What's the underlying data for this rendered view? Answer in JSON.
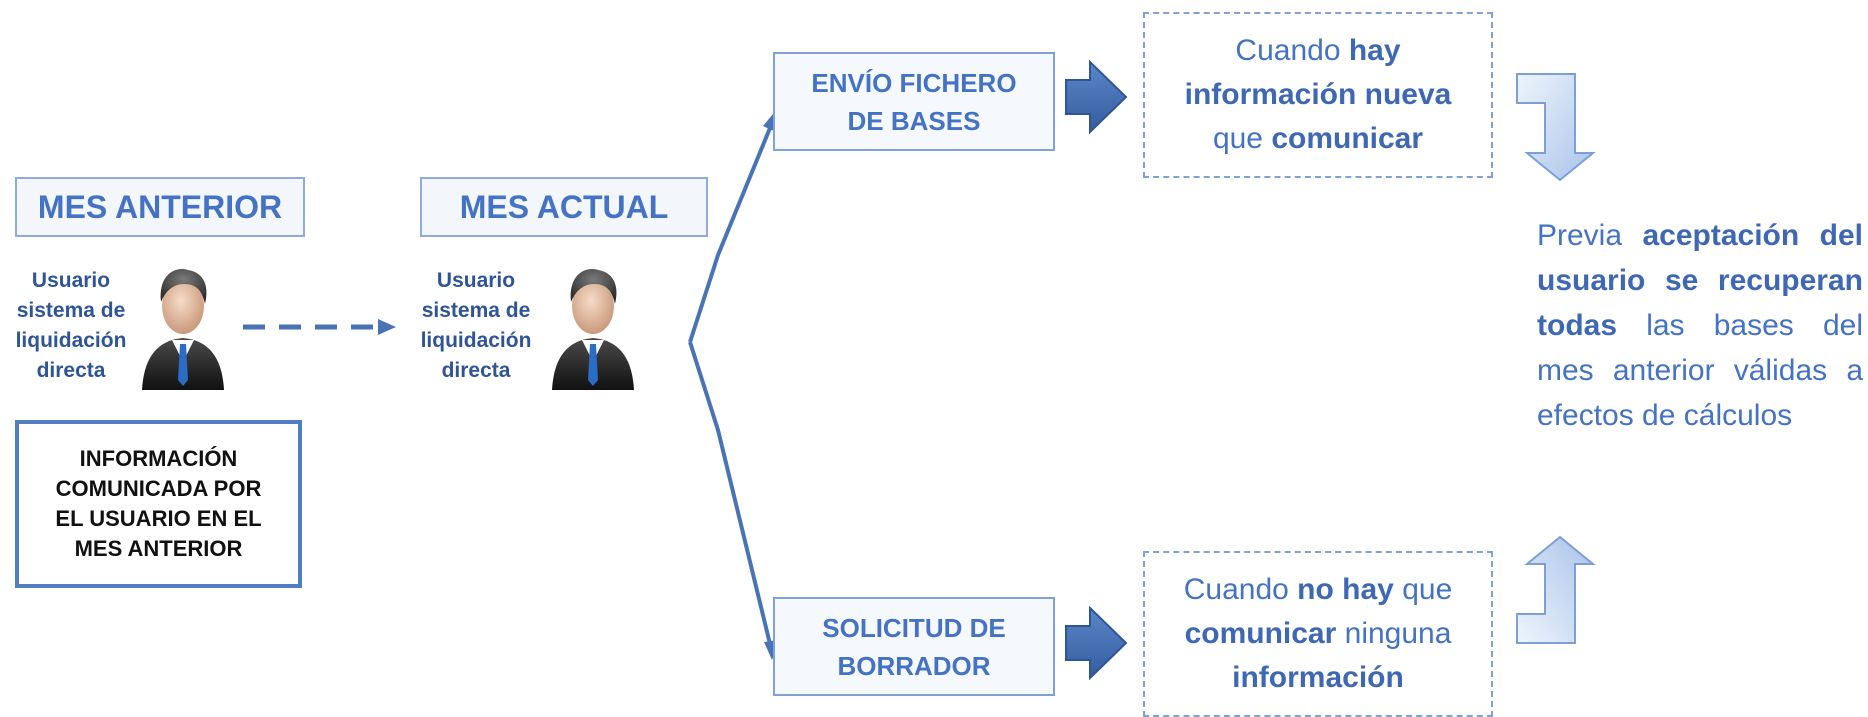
{
  "prev_month": {
    "title": "MES ANTERIOR",
    "user_label": [
      "Usuario",
      "sistema de",
      "liquidación",
      "directa"
    ],
    "info_box": [
      "INFORMACIÓN",
      "COMUNICADA POR",
      "EL USUARIO EN EL",
      "MES ANTERIOR"
    ]
  },
  "current_month": {
    "title": "MES ACTUAL",
    "user_label": [
      "Usuario",
      "sistema de",
      "liquidación",
      "directa"
    ]
  },
  "branch_top": {
    "action": [
      "ENVÍO FICHERO",
      "DE BASES"
    ],
    "condition": {
      "l1_plain": "Cuando ",
      "l1_bold": "hay",
      "l2_bold": "información nueva",
      "l3_plain": "que ",
      "l3_bold": "comunicar"
    }
  },
  "branch_bottom": {
    "action": [
      "SOLICITUD DE",
      "BORRADOR"
    ],
    "condition": {
      "l1_plain": "Cuando ",
      "l1_bold": "no hay",
      "l1_plain2": " que",
      "l2_bold": "comunicar",
      "l2_plain": " ninguna",
      "l3_bold": "información"
    }
  },
  "result": {
    "t1": "Previa",
    "b1": "aceptación del usuario se recuperan todas",
    "t2": "las bases del mes anterior válidas a efectos de cálculos"
  },
  "colors": {
    "accent": "#4472c4",
    "dark_accent": "#2f5597",
    "arrow_fill": "#4a73b5"
  },
  "icons": [
    "businessman-icon",
    "businessman-icon"
  ]
}
